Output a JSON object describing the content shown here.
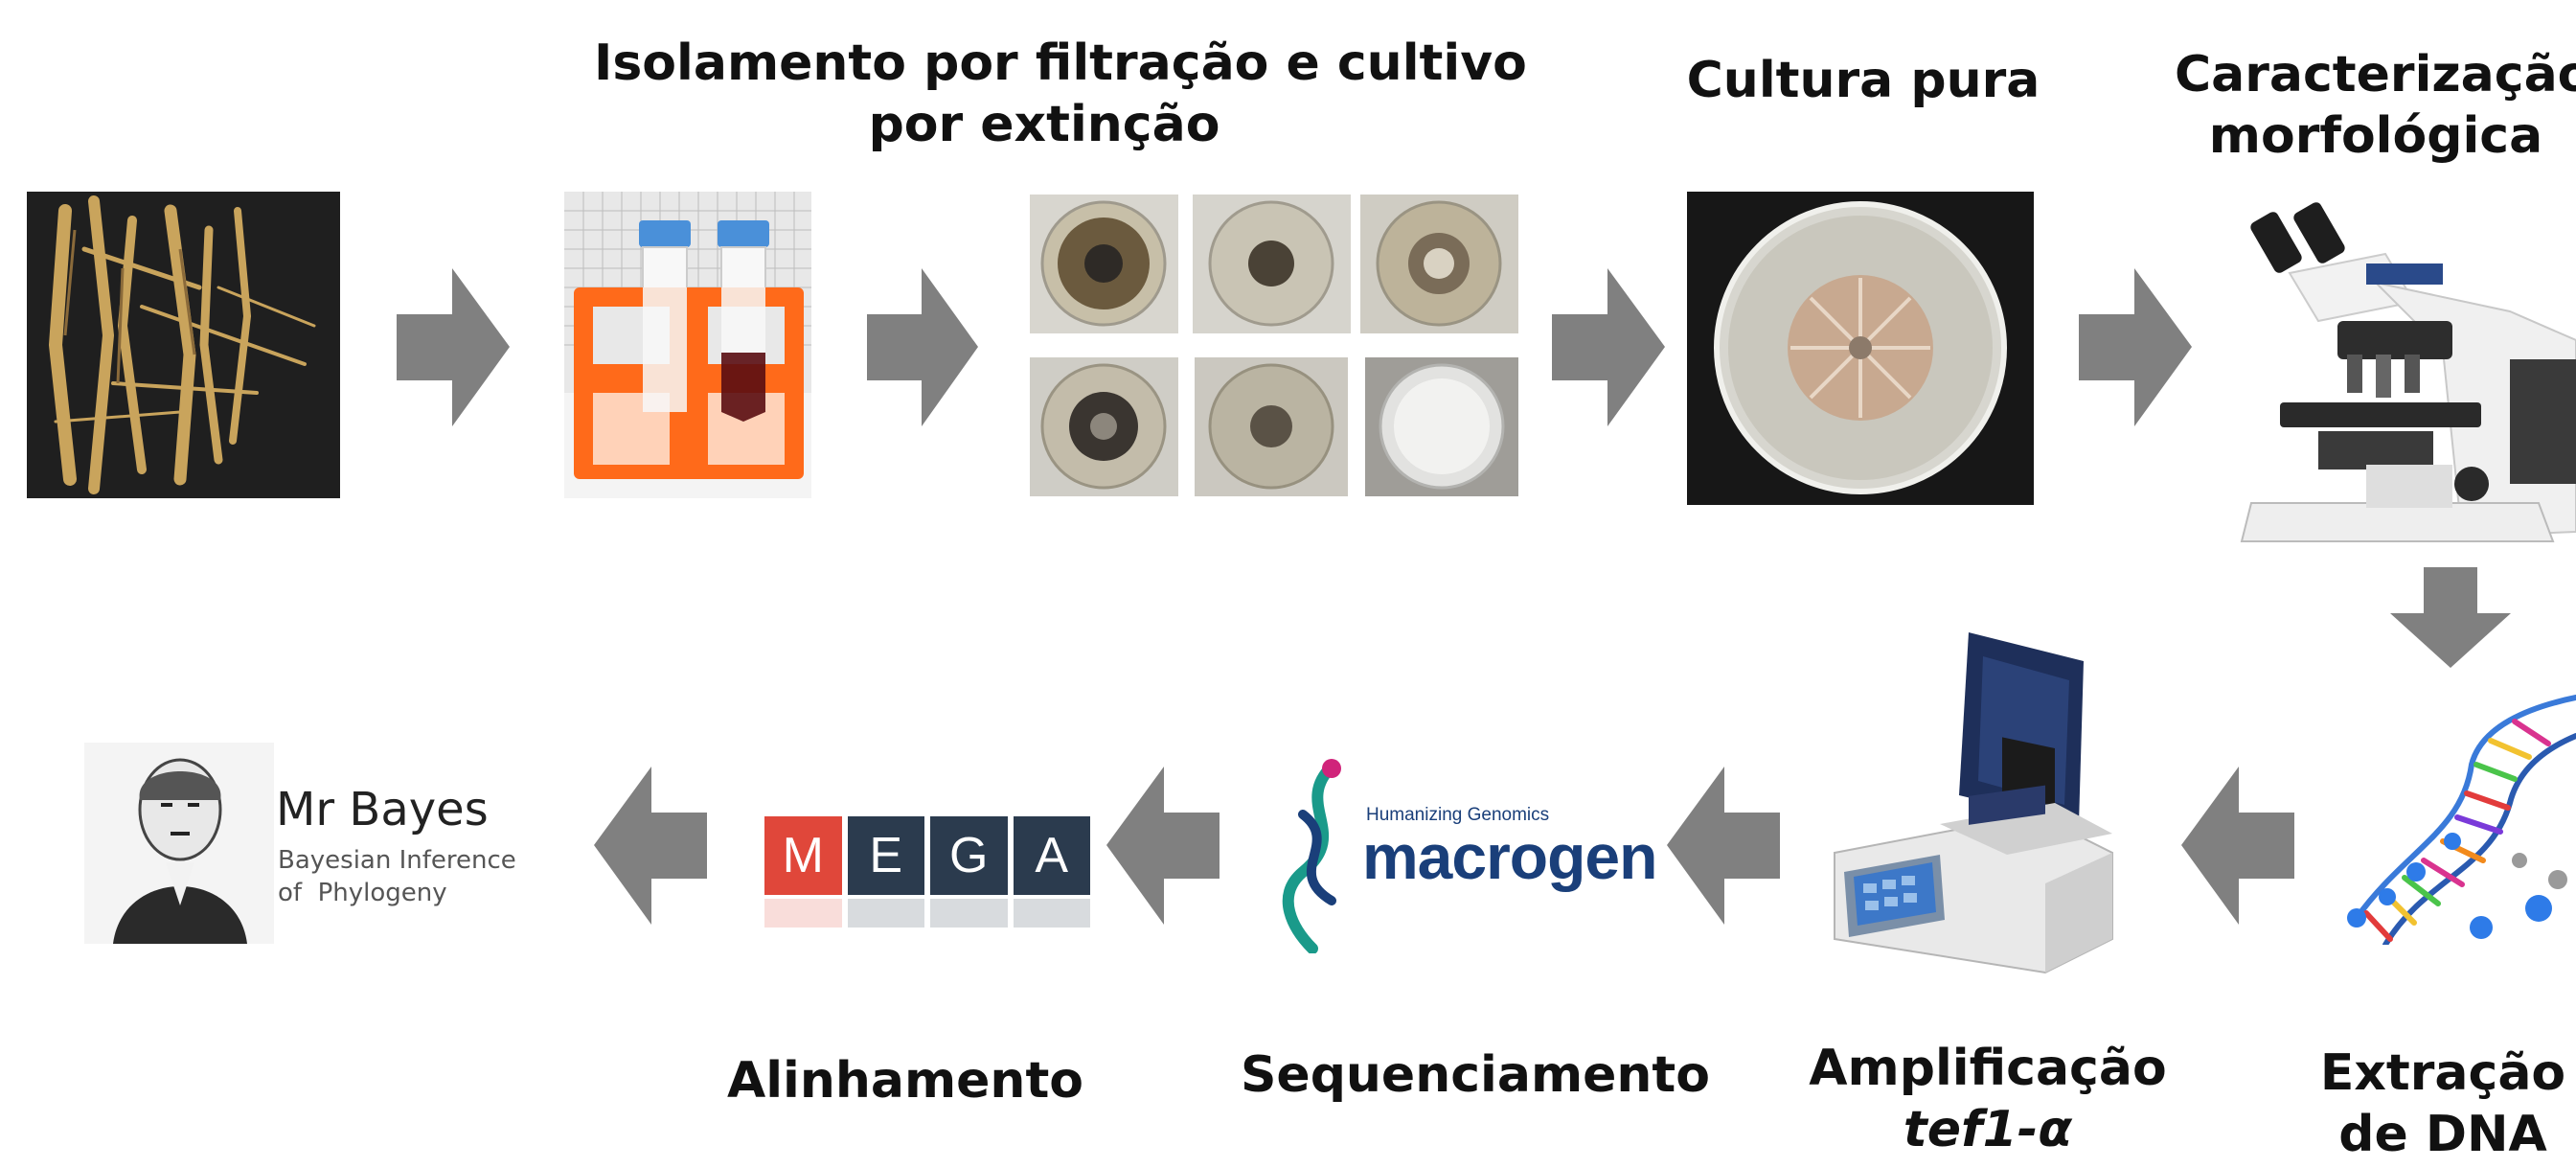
{
  "labels": {
    "isolation_line1": "Isolamento por filtração e cultivo",
    "isolation_line2": "por extinção",
    "pure_culture": "Cultura pura",
    "morpho_line1": "Caracterização",
    "morpho_line2": "morfológica",
    "dna_line1": "Extração",
    "dna_line2": "de DNA",
    "amplification_line1": "Amplificação",
    "amplification_line2": "tef1-α",
    "sequencing": "Sequenciamento",
    "alignment": "Alinhamento"
  },
  "logos": {
    "mega_letters": [
      "M",
      "E",
      "G",
      "A"
    ],
    "macrogen_tagline": "Humanizing Genomics",
    "macrogen_name": "macrogen",
    "mrbayes_title": "Mr Bayes",
    "mrbayes_sub1": "Bayesian Inference",
    "mrbayes_sub2": "of  Phylogeny"
  },
  "colors": {
    "arrow": "#808080",
    "mega_red": "#e0473a",
    "mega_dark": "#2b3b4e",
    "rack_orange": "#ff6a1a",
    "macrogen_blue": "#1a3f7a",
    "macrogen_teal": "#1a9a8a",
    "macrogen_pink": "#d0247a"
  }
}
